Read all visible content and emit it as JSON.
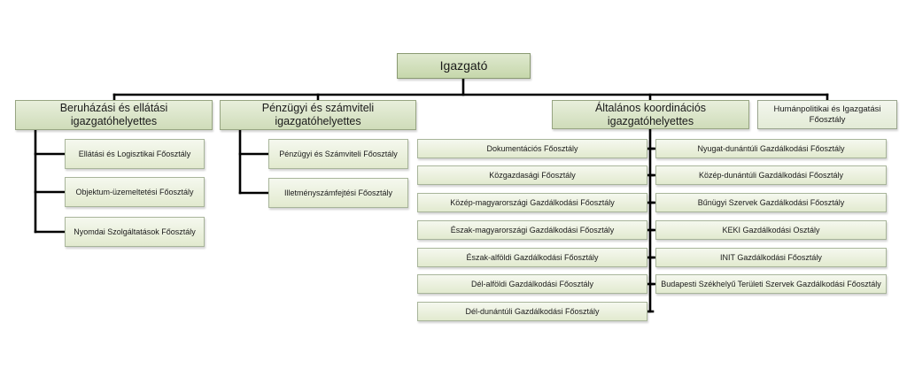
{
  "director": {
    "label": "Igazgató"
  },
  "deputies": {
    "investment": {
      "label": "Beruházási és ellátási igazgatóhelyettes",
      "departments": [
        "Ellátási és Logisztikai Főosztály",
        "Objektum-üzemeltetési Főosztály",
        "Nyomdai Szolgáltatások Főosztály"
      ]
    },
    "finance": {
      "label": "Pénzügyi és számviteli igazgatóhelyettes",
      "departments": [
        "Pénzügyi és Számviteli Főosztály",
        "Illetményszámfejtési Főosztály"
      ]
    },
    "general": {
      "label": "Általános koordinációs igazgatóhelyettes",
      "left_departments": [
        "Dokumentációs Főosztály",
        "Közgazdasági Főosztály",
        "Közép-magyarországi Gazdálkodási  Főosztály",
        "Észak-magyarországi Gazdálkodási  Főosztály",
        "Észak-alföldi Gazdálkodási Főosztály",
        "Dél-alföldi Gazdálkodási  Főosztály",
        "Dél-dunántúli Gazdálkodási Főosztály"
      ],
      "right_departments": [
        "Nyugat-dunántúli Gazdálkodási  Főosztály",
        "Közép-dunántúli Gazdálkodási Főosztály",
        "Bűnügyi Szervek Gazdálkodási  Főosztály",
        "KEKI Gazdálkodási Osztály",
        "INIT Gazdálkodási Főosztály",
        "Budapesti Székhelyű Területi Szervek Gazdálkodási  Főosztály"
      ]
    },
    "hr": {
      "label": "Humánpolitikai  és Igazgatási Főosztály"
    }
  },
  "colors": {
    "connector": "#000000",
    "box_fill_top": "#c6d7ab",
    "box_fill_light": "#e2eacf",
    "box_border": "#9aa58e"
  }
}
